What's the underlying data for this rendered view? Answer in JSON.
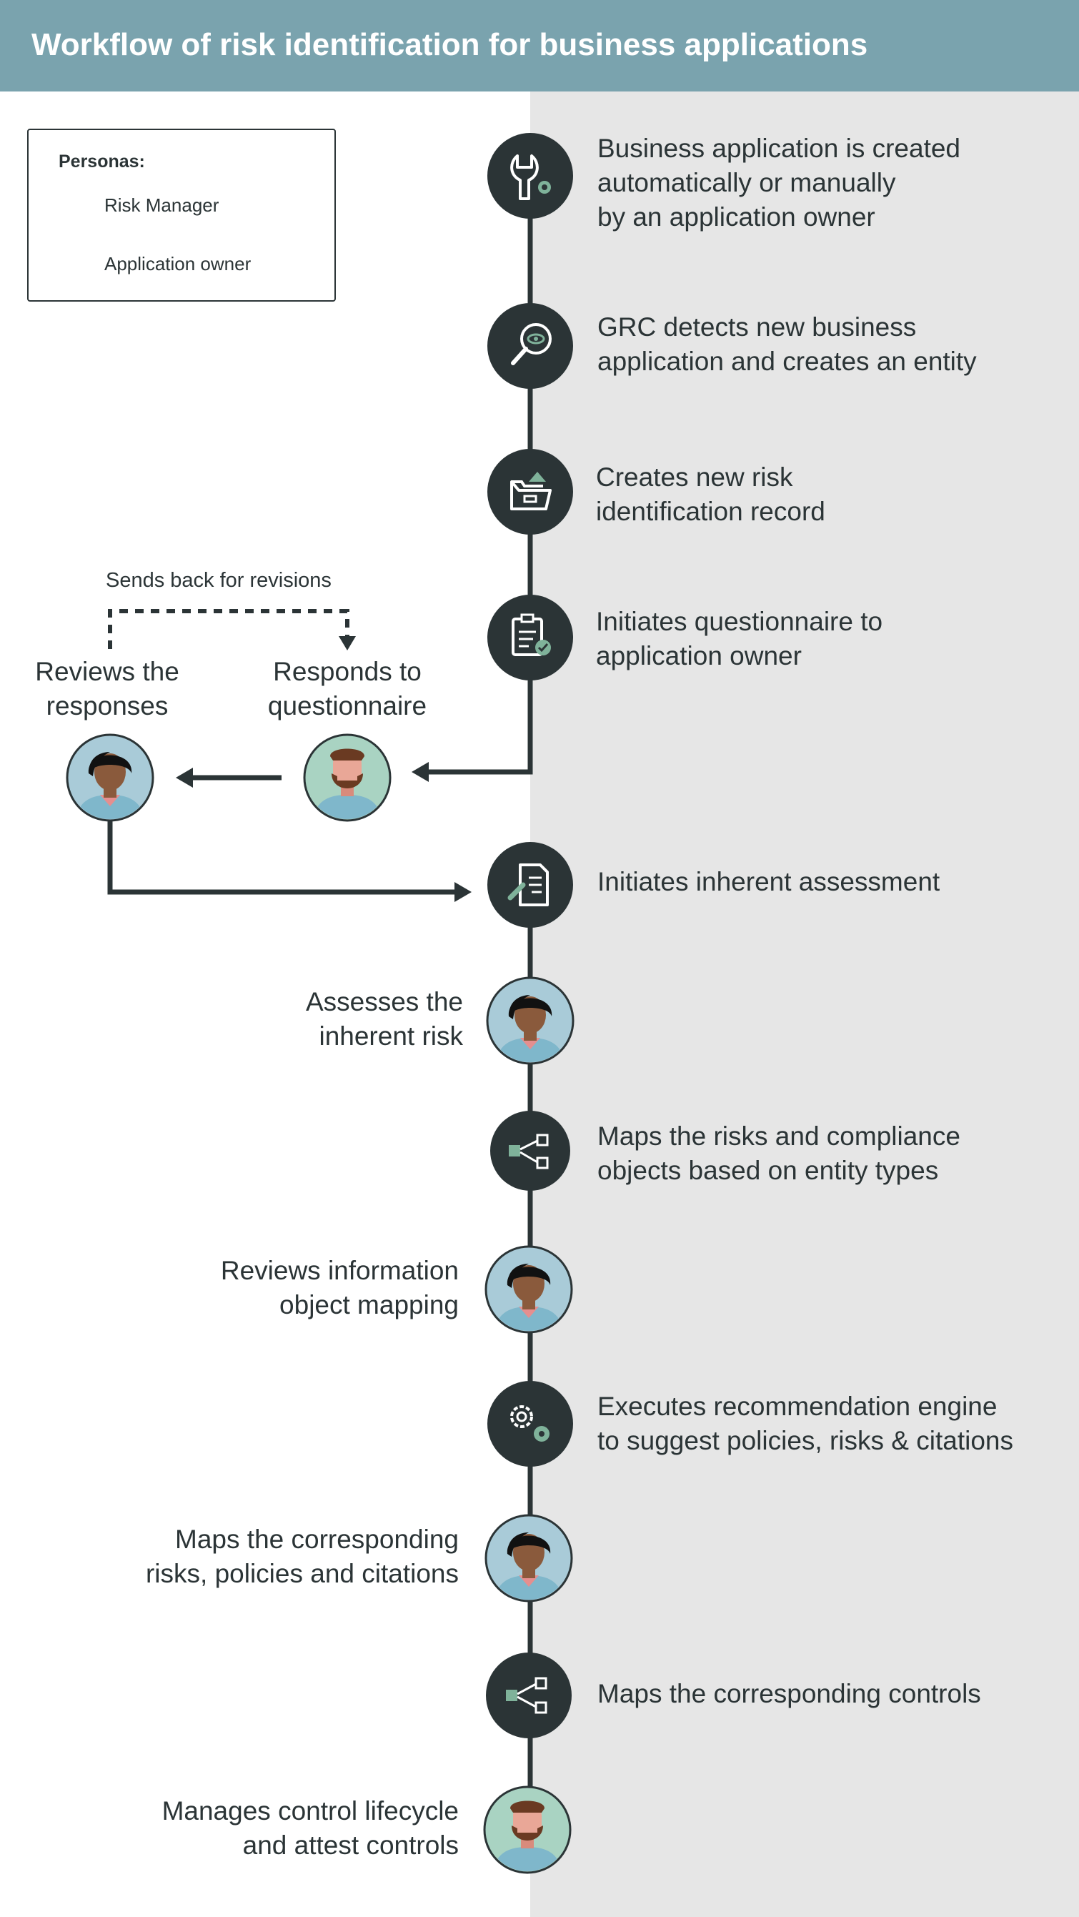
{
  "title": "Workflow of risk identification for business applications",
  "legend": {
    "title": "Personas:",
    "items": [
      {
        "label": "Risk Manager",
        "persona": "risk-manager"
      },
      {
        "label": "Application owner",
        "persona": "application-owner"
      }
    ]
  },
  "loop_label": "Sends back for revisions",
  "side_steps": {
    "reviews": "Reviews the\nresponses",
    "responds": "Responds to\nquestionnaire"
  },
  "steps": [
    {
      "text": "Business application is created\nautomatically or manually\nby an application owner",
      "icon": "wrench-gear-icon"
    },
    {
      "text": "GRC detects new business\napplication and creates an entity",
      "icon": "magnifier-eye-icon"
    },
    {
      "text": "Creates new risk\nidentification record",
      "icon": "folder-upload-icon"
    },
    {
      "text": "Initiates questionnaire to\napplication owner",
      "icon": "clipboard-check-icon"
    },
    {
      "text": "Initiates inherent assessment",
      "icon": "document-pen-icon"
    },
    {
      "text": "Assesses the\ninherent risk",
      "persona": "risk-manager"
    },
    {
      "text": "Maps the risks and compliance\nobjects based on entity types",
      "icon": "node-map-icon"
    },
    {
      "text": "Reviews information\nobject mapping",
      "persona": "risk-manager"
    },
    {
      "text": "Executes recommendation engine\nto suggest policies, risks & citations",
      "icon": "gears-icon"
    },
    {
      "text": "Maps the corresponding\nrisks, policies and citations",
      "persona": "risk-manager"
    },
    {
      "text": "Maps the corresponding controls",
      "icon": "node-map-icon"
    },
    {
      "text": "Manages control lifecycle\nand attest controls",
      "persona": "application-owner"
    }
  ],
  "colors": {
    "header": "#7aa3ae",
    "panel": "#e6e6e6",
    "node": "#2b3436",
    "accent": "#7fb29a",
    "risk_manager_bg": "#a9cbd8",
    "application_owner_bg": "#a9d3c2"
  }
}
